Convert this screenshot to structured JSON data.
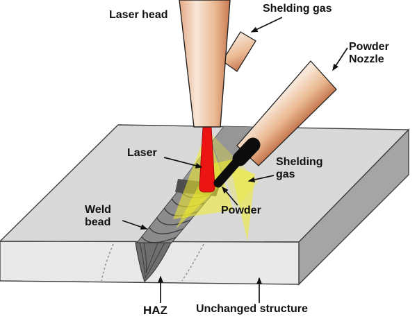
{
  "diagram": {
    "title": "laser-cladding-process-diagram",
    "labels": {
      "laser_head": "Laser head",
      "shielding_gas_top": "Shelding gas",
      "powder_nozzle_line1": "Powder",
      "powder_nozzle_line2": "Nozzle",
      "laser_beam": "Laser",
      "shielding_gas_right_line1": "Shelding",
      "shielding_gas_right_line2": "gas",
      "powder": "Powder",
      "weld_bead_line1": "Weld",
      "weld_bead_line2": "bead",
      "haz": "HAZ",
      "unchanged_structure": "Unchanged structure"
    },
    "colors": {
      "background": "#ffffff",
      "nozzle_light": "#f8e7d8",
      "nozzle_mid": "#e2a47e",
      "nozzle_mid2": "#eab992",
      "nozzle_dark": "#c67850",
      "block_top": "#d9d9d9",
      "block_front": "#e9e9e9",
      "block_side": "#a5a5a5",
      "track_gray": "#969696",
      "bead_gray": "#8c8c8c",
      "melt_dark": "#4e4e4e",
      "haz_gray": "#6e6e6e",
      "glow_yellow": "#f2ee2a",
      "laser_red": "#ec1313",
      "powder_black": "#0c0c0c",
      "line_black": "#111111"
    }
  }
}
